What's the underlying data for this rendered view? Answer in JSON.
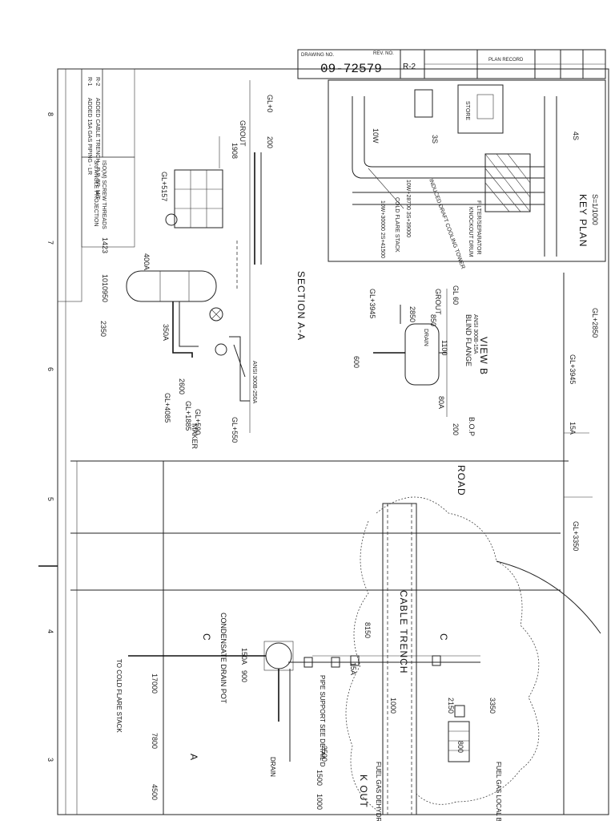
{
  "title_block": {
    "drawing_no_label": "DRAWING NO.",
    "drawing_no": "09-72579",
    "rev_label": "REV. NO.",
    "rev": "R-2",
    "projection": "3rd ANGLE PROJECTION",
    "thread": "ISO(M) SCREW THREADS"
  },
  "revision_record": {
    "heading": "PLAN RECORD",
    "entries": [
      {
        "rev": "R-1",
        "text": "ADDED 15A GAS PIPING - LR"
      },
      {
        "rev": "R-2",
        "text": "ADDED CABLE TRENCH - R.P. BR. M/T"
      }
    ]
  },
  "border_numbers": [
    "8",
    "7",
    "6",
    "5",
    "4",
    "3"
  ],
  "key_plan": {
    "title": "KEY PLAN",
    "scale": "S=1/1000",
    "labels": {
      "road_10w": "10W",
      "road_3s": "3S",
      "road_4s": "4S",
      "store": "STORE",
      "stack": "COLD FLARE STACK",
      "stack_coords": "10W+30000 2S+41500",
      "stack_coords2": "10W+28700 3S+39000",
      "tower": "INDUCED DRAFT COOLING TOWER",
      "knockout": "KNOCKOUT DRUM",
      "filter": "FILTER/SEPARATOR"
    }
  },
  "section_aa": {
    "title": "SECTION A-A",
    "dims": [
      "1908",
      "1423",
      "1010",
      "950",
      "2350",
      "2600",
      "350A",
      "400A",
      "200",
      "GL+5157",
      "GL+4085",
      "GL+1885",
      "GL+590",
      "GL+550",
      "GROUT",
      "ANSI 300B-250A",
      "MAKER",
      "GL+0"
    ]
  },
  "view_b": {
    "title": "VIEW B",
    "dims": [
      "GL+3945",
      "2850",
      "850",
      "600",
      "1100",
      "80A",
      "200",
      "GROUT",
      "BLIND FLANGE",
      "ANSI 300B-15A",
      "DRAIN",
      "B.O.P",
      "GL 60"
    ]
  },
  "plan": {
    "labels": {
      "road": "ROAD",
      "cable_trench": "CABLE TRENCH",
      "condensate": "CONDENSATE DRAIN POT",
      "to_stack": "TO COLD FLARE STACK",
      "pipe_support": "PIPE SUPPORT SEE DETAIL D",
      "fuel_gas": "FUEL GAS LOCAL BOARD",
      "fuel_gas2": "FUEL GAS DEHYDRATOR",
      "drain": "DRAIN",
      "knockout_cut": "K OUT",
      "sec_a": "A",
      "sec_c": "C"
    },
    "dims": [
      "17000",
      "7800",
      "4500",
      "8150",
      "1000",
      "2150",
      "3350",
      "2500",
      "1500",
      "1000",
      "800",
      "900",
      "150A",
      "15A",
      "GL+3350",
      "GL+3945",
      "GL+2850",
      "15A"
    ]
  }
}
